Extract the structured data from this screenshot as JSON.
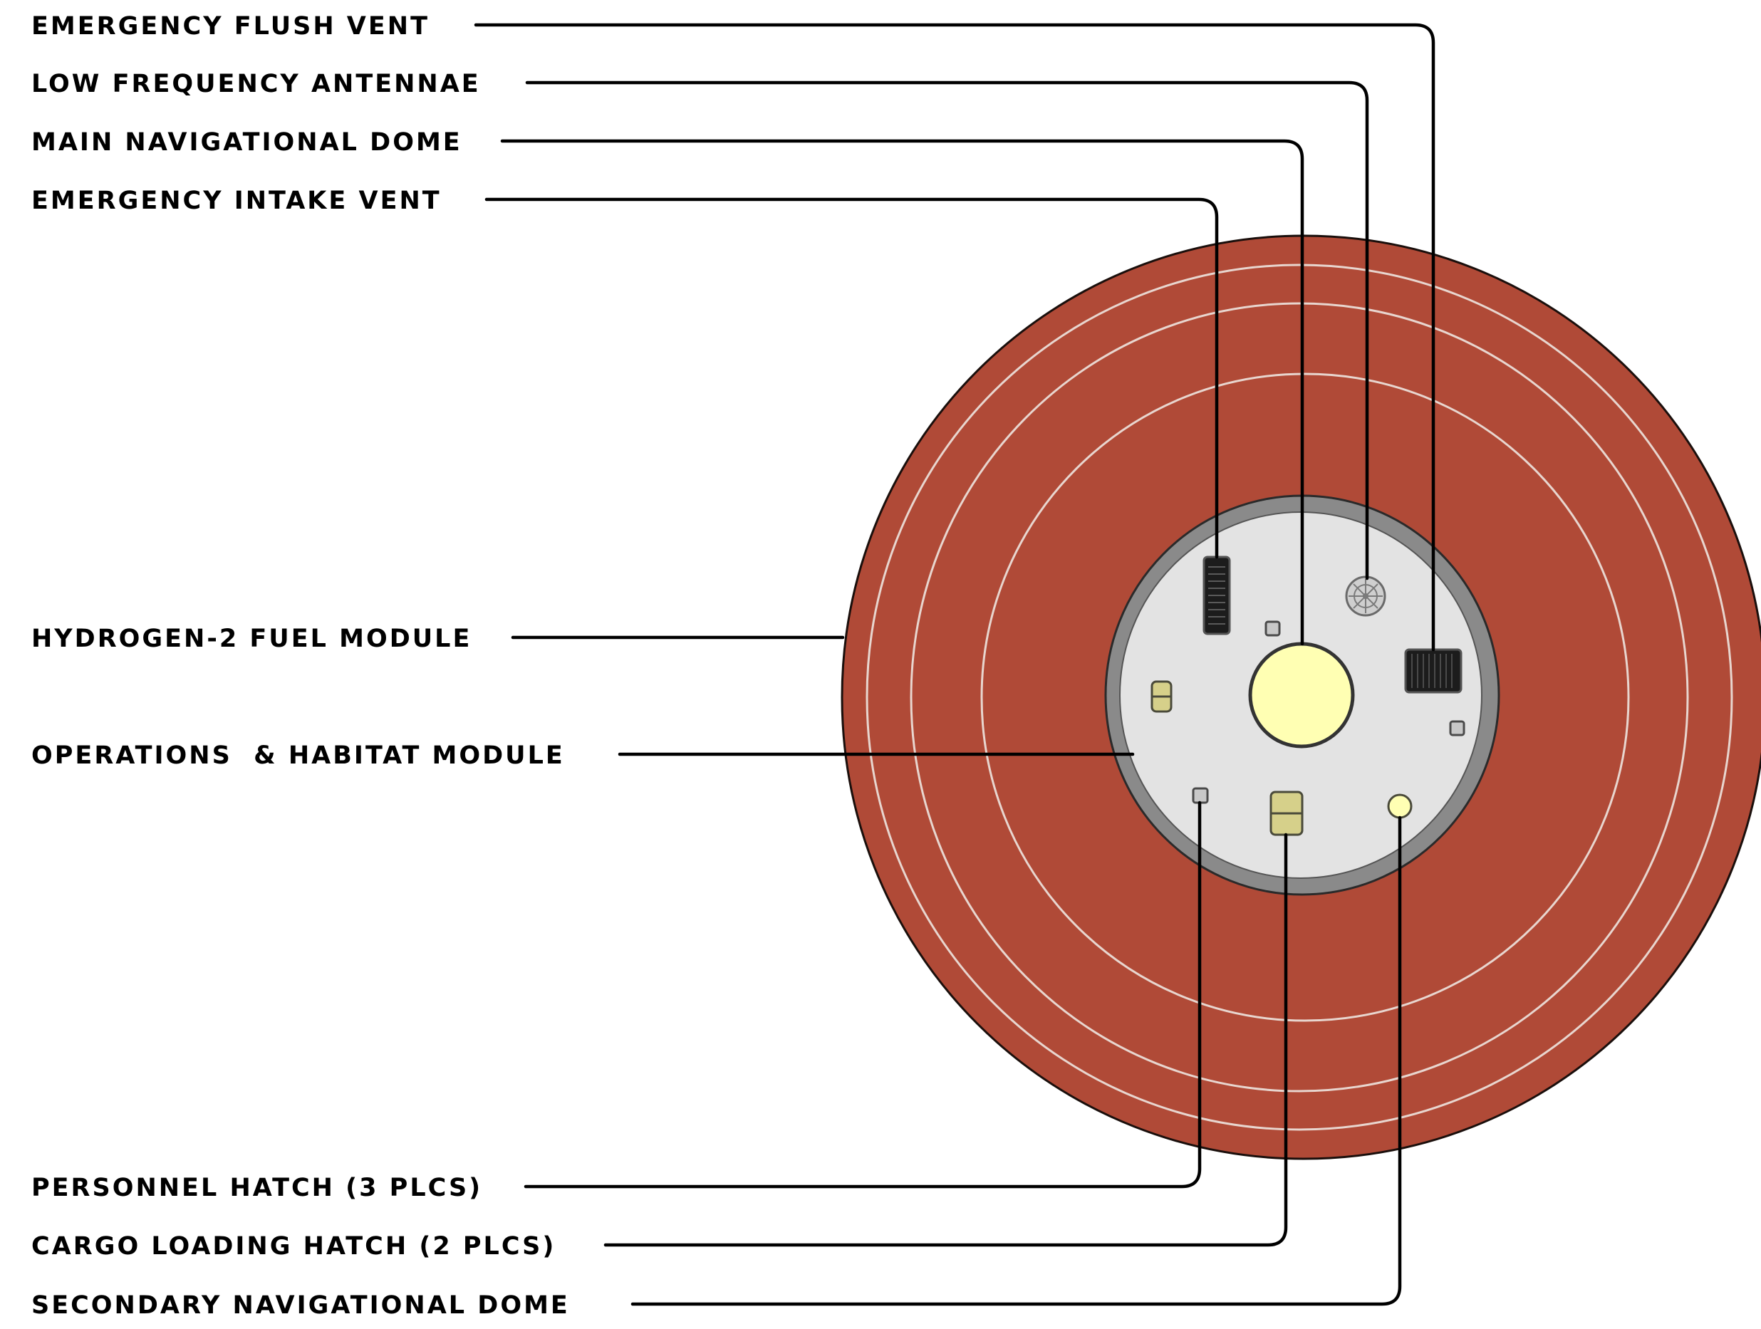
{
  "colors": {
    "hull": "#b04a37",
    "hull_outline": "#1a0f0c",
    "hull_rings": "#e8d6cf",
    "hub_ring": "#8a8a8a",
    "hub_face": "#e3e3e3",
    "dome": "#ffffb3",
    "hatch": "#d6d08a",
    "vent": "#1c1c1c",
    "leader": "#000000"
  },
  "labels": {
    "emergency_flush_vent": "EMERGENCY FLUSH VENT",
    "low_frequency_antennae": "LOW FREQUENCY ANTENNAE",
    "main_navigational_dome": "MAIN NAVIGATIONAL DOME",
    "emergency_intake_vent": "EMERGENCY INTAKE VENT",
    "hydrogen_fuel_module": "HYDROGEN-2 FUEL MODULE",
    "operations_habitat_module": "OPERATIONS  & HABITAT MODULE",
    "personnel_hatch": "PERSONNEL HATCH (3 PLCS)",
    "cargo_loading_hatch": "CARGO LOADING HATCH (2 PLCS)",
    "secondary_navigational_dome": "SECONDARY NAVIGATIONAL DOME"
  },
  "icons": {
    "antenna": "antenna-icon",
    "vent": "vent-grille-icon",
    "dome": "dome-icon",
    "hatch": "hatch-icon"
  }
}
